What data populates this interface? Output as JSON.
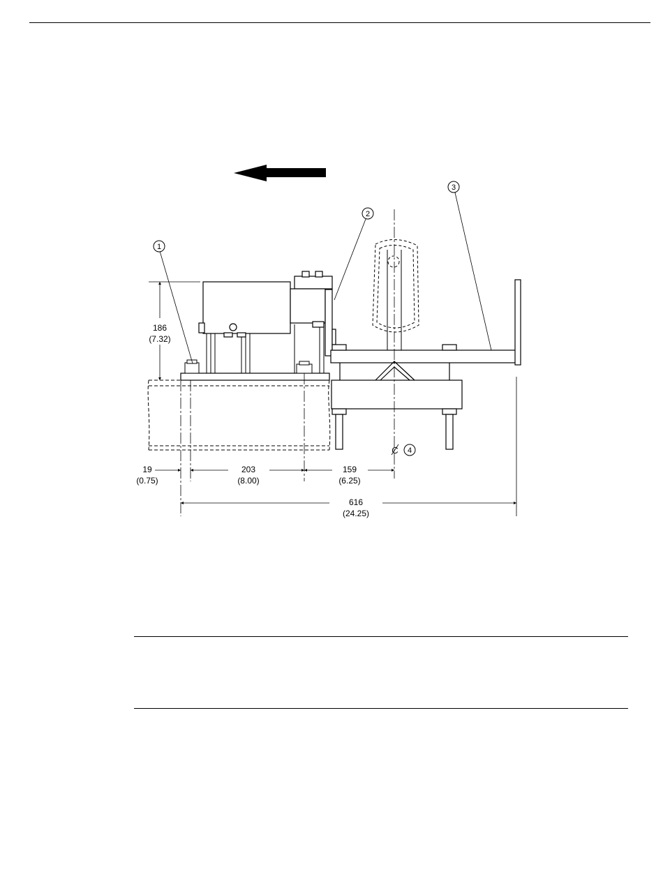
{
  "callouts": [
    {
      "id": "1"
    },
    {
      "id": "2"
    },
    {
      "id": "3"
    },
    {
      "id": "4"
    }
  ],
  "centerline_symbol": "C",
  "dimensions": {
    "height": {
      "mm": "186",
      "in": "(7.32)"
    },
    "left_offset": {
      "mm": "19",
      "in": "(0.75)"
    },
    "span_a": {
      "mm": "203",
      "in": "(8.00)"
    },
    "span_b": {
      "mm": "159",
      "in": "(6.25)"
    },
    "overall": {
      "mm": "616",
      "in": "(24.25)"
    }
  }
}
